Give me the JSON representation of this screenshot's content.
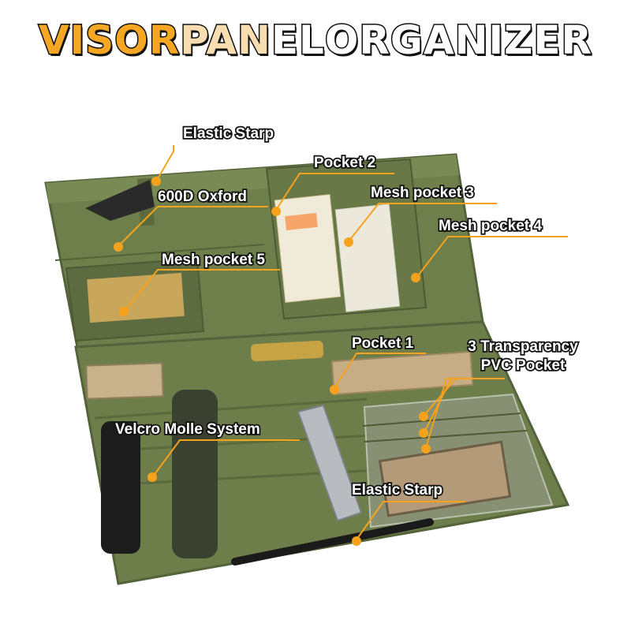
{
  "title": {
    "word1": "VISOR ",
    "word2a": "PAN",
    "word2b": "EL ",
    "word3": "ORGANIZER",
    "colors": {
      "orange": "#f5a623",
      "light": "#f7ddb0",
      "white": "#ffffff"
    }
  },
  "callouts": [
    {
      "id": "elastic-strap-top",
      "text": "Elastic Starp"
    },
    {
      "id": "pocket-2",
      "text": "Pocket 2"
    },
    {
      "id": "oxford-600d",
      "text": "600D Oxford"
    },
    {
      "id": "mesh-pocket-3",
      "text": "Mesh pocket 3"
    },
    {
      "id": "mesh-pocket-4",
      "text": "Mesh pocket 4"
    },
    {
      "id": "mesh-pocket-5",
      "text": "Mesh pocket 5"
    },
    {
      "id": "pocket-1",
      "text": "Pocket 1"
    },
    {
      "id": "pvc-pocket",
      "text": "3 Transparency\nPVC Pocket"
    },
    {
      "id": "velcro-molle",
      "text": "Velcro Molle System"
    },
    {
      "id": "elastic-strap-bottom",
      "text": "Elastic Starp"
    }
  ],
  "colors": {
    "fabric": "#6f7f4c",
    "fabric_dark": "#5a683b",
    "accent": "#f6a21c",
    "patch_tan": "#c6ad86"
  }
}
